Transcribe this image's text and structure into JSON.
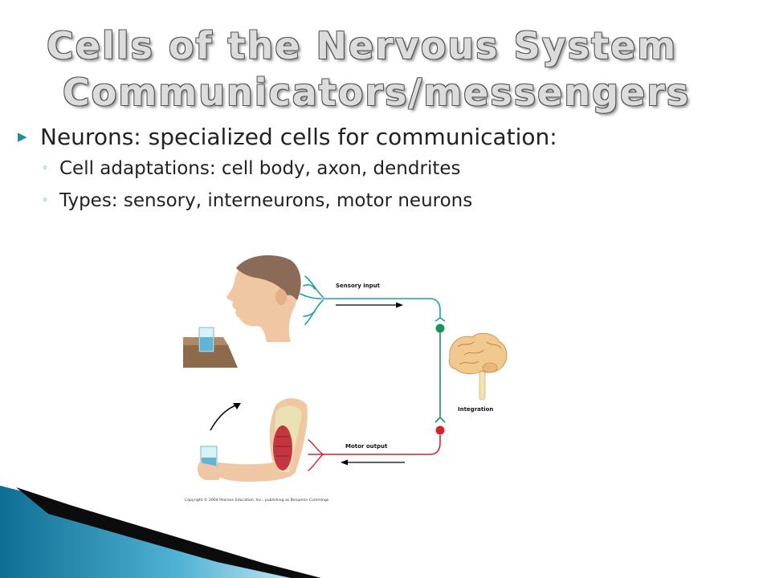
{
  "slide": {
    "title_line1": "Cells of the Nervous System",
    "title_line2": "Communicators/messengers",
    "bullet": "Neurons: specialized cells for communication:",
    "subbullets": [
      "Cell adaptations: cell body, axon, dendrites",
      "Types: sensory, interneurons, motor neurons"
    ]
  },
  "figure": {
    "sensory_label": "Sensory input",
    "integration_label": "Integration",
    "motor_label": "Motor output",
    "copyright": "Copyright © 2004 Pearson Education, Inc., publishing as Benjamin Cummings."
  },
  "colors": {
    "sensory": "#1aa0b4",
    "integration": "#17955e",
    "motor": "#d5232c",
    "accent": "#2787a0"
  },
  "icons": {
    "bullet_marker": "triangle-right-icon",
    "subbullet_marker": "circle-outline-icon"
  }
}
